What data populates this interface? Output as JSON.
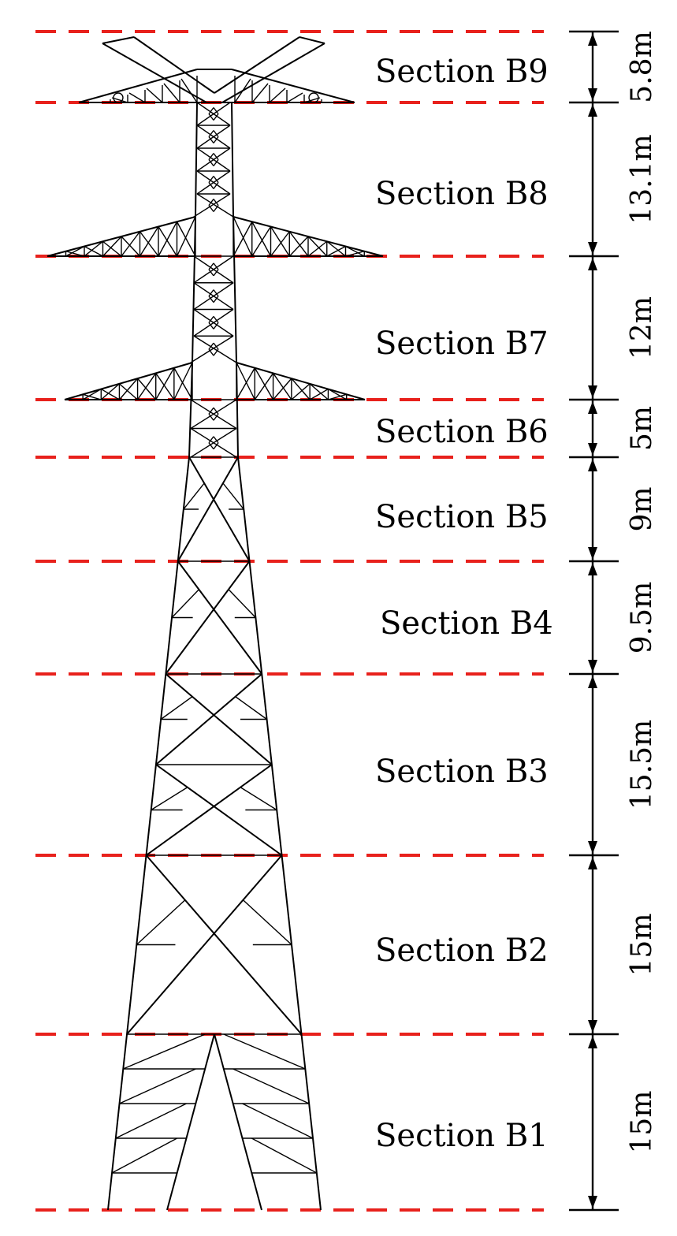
{
  "diagram": {
    "sections": [
      {
        "label": "Section B9",
        "height": "5.8m"
      },
      {
        "label": "Section B8",
        "height": "13.1m"
      },
      {
        "label": "Section B7",
        "height": "12m"
      },
      {
        "label": "Section B6",
        "height": "5m"
      },
      {
        "label": "Section B5",
        "height": "9m"
      },
      {
        "label": "Section B4",
        "height": "9.5m"
      },
      {
        "label": "Section B3",
        "height": "15.5m"
      },
      {
        "label": "Section B2",
        "height": "15m"
      },
      {
        "label": "Section B1",
        "height": "15m"
      }
    ],
    "colors": {
      "section_line": "#e8211c",
      "structure": "#000000",
      "background": "#ffffff"
    }
  }
}
